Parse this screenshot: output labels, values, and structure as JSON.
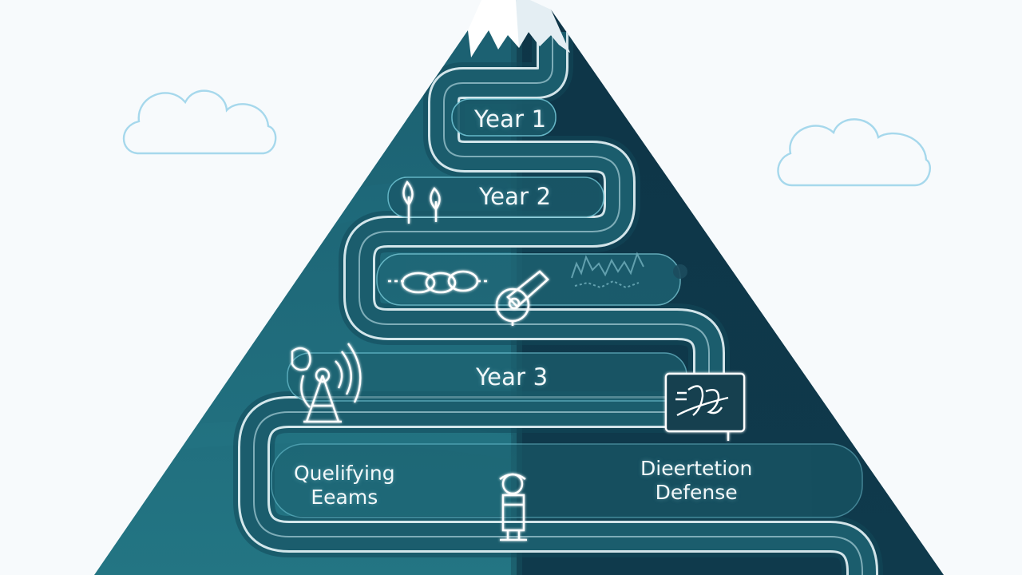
{
  "stages": {
    "year1": "Year 1",
    "year2": "Year 2",
    "year3": "Year 3"
  },
  "milestones": {
    "qualifying": {
      "line1": "Quelifying",
      "line2": "Eeams"
    },
    "defense": {
      "line1": "Dieertetion",
      "line2": "Defense"
    }
  },
  "colors": {
    "background": "#f7fafc",
    "mountain_light": "#1e6878",
    "mountain_dark": "#0d3346",
    "snow": "#ffffff",
    "path_line": "#e8f6fa",
    "icon_glow": "#8ee4f2",
    "cloud_outline": "#a6d8ec"
  },
  "icons": [
    "sapling-trees-icon",
    "chain-links-icon",
    "telescope-icon",
    "waveform-icon",
    "satellite-dish-icon",
    "chalkboard-icon",
    "graduate-figure-icon",
    "cloud-icon"
  ]
}
